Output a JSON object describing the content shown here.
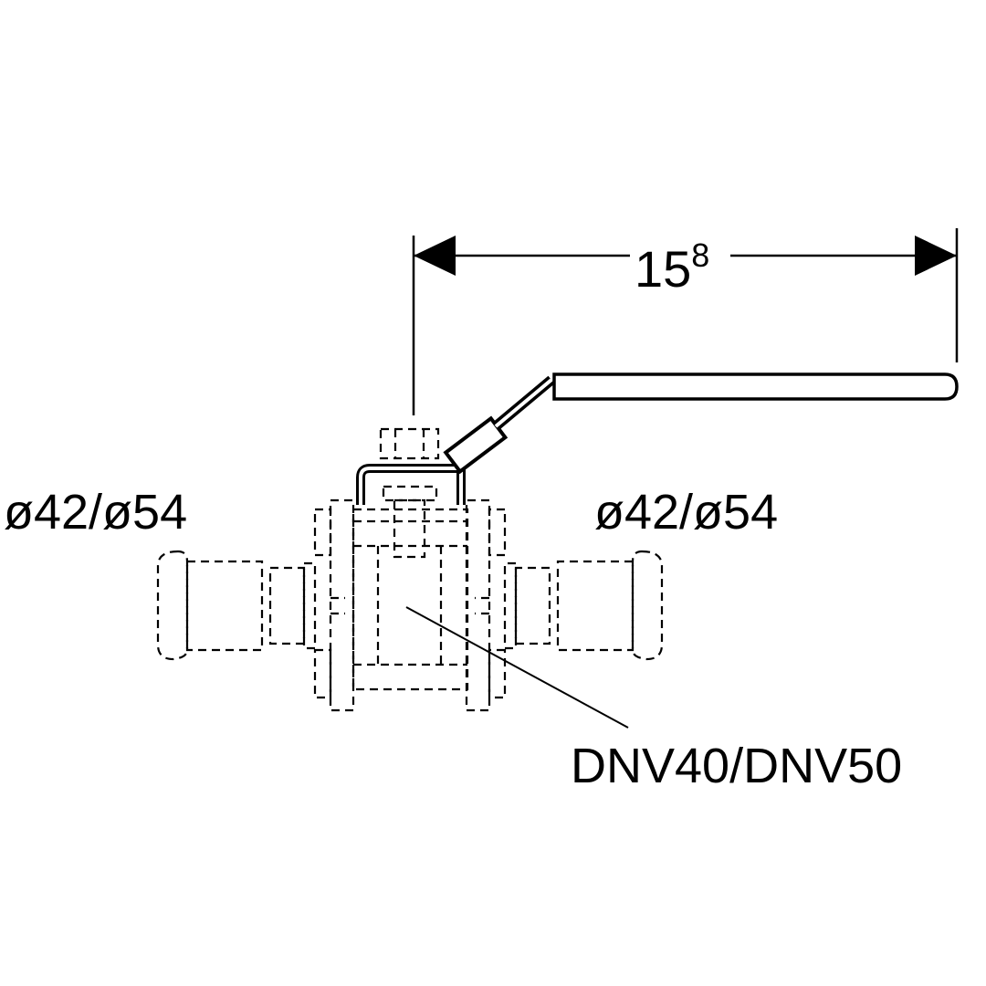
{
  "dimension": {
    "value": "15",
    "superscript": "8"
  },
  "labels": {
    "left_diameter": "ø42/ø54",
    "right_diameter": "ø42/ø54",
    "valve_size": "DNV40/DNV50"
  }
}
